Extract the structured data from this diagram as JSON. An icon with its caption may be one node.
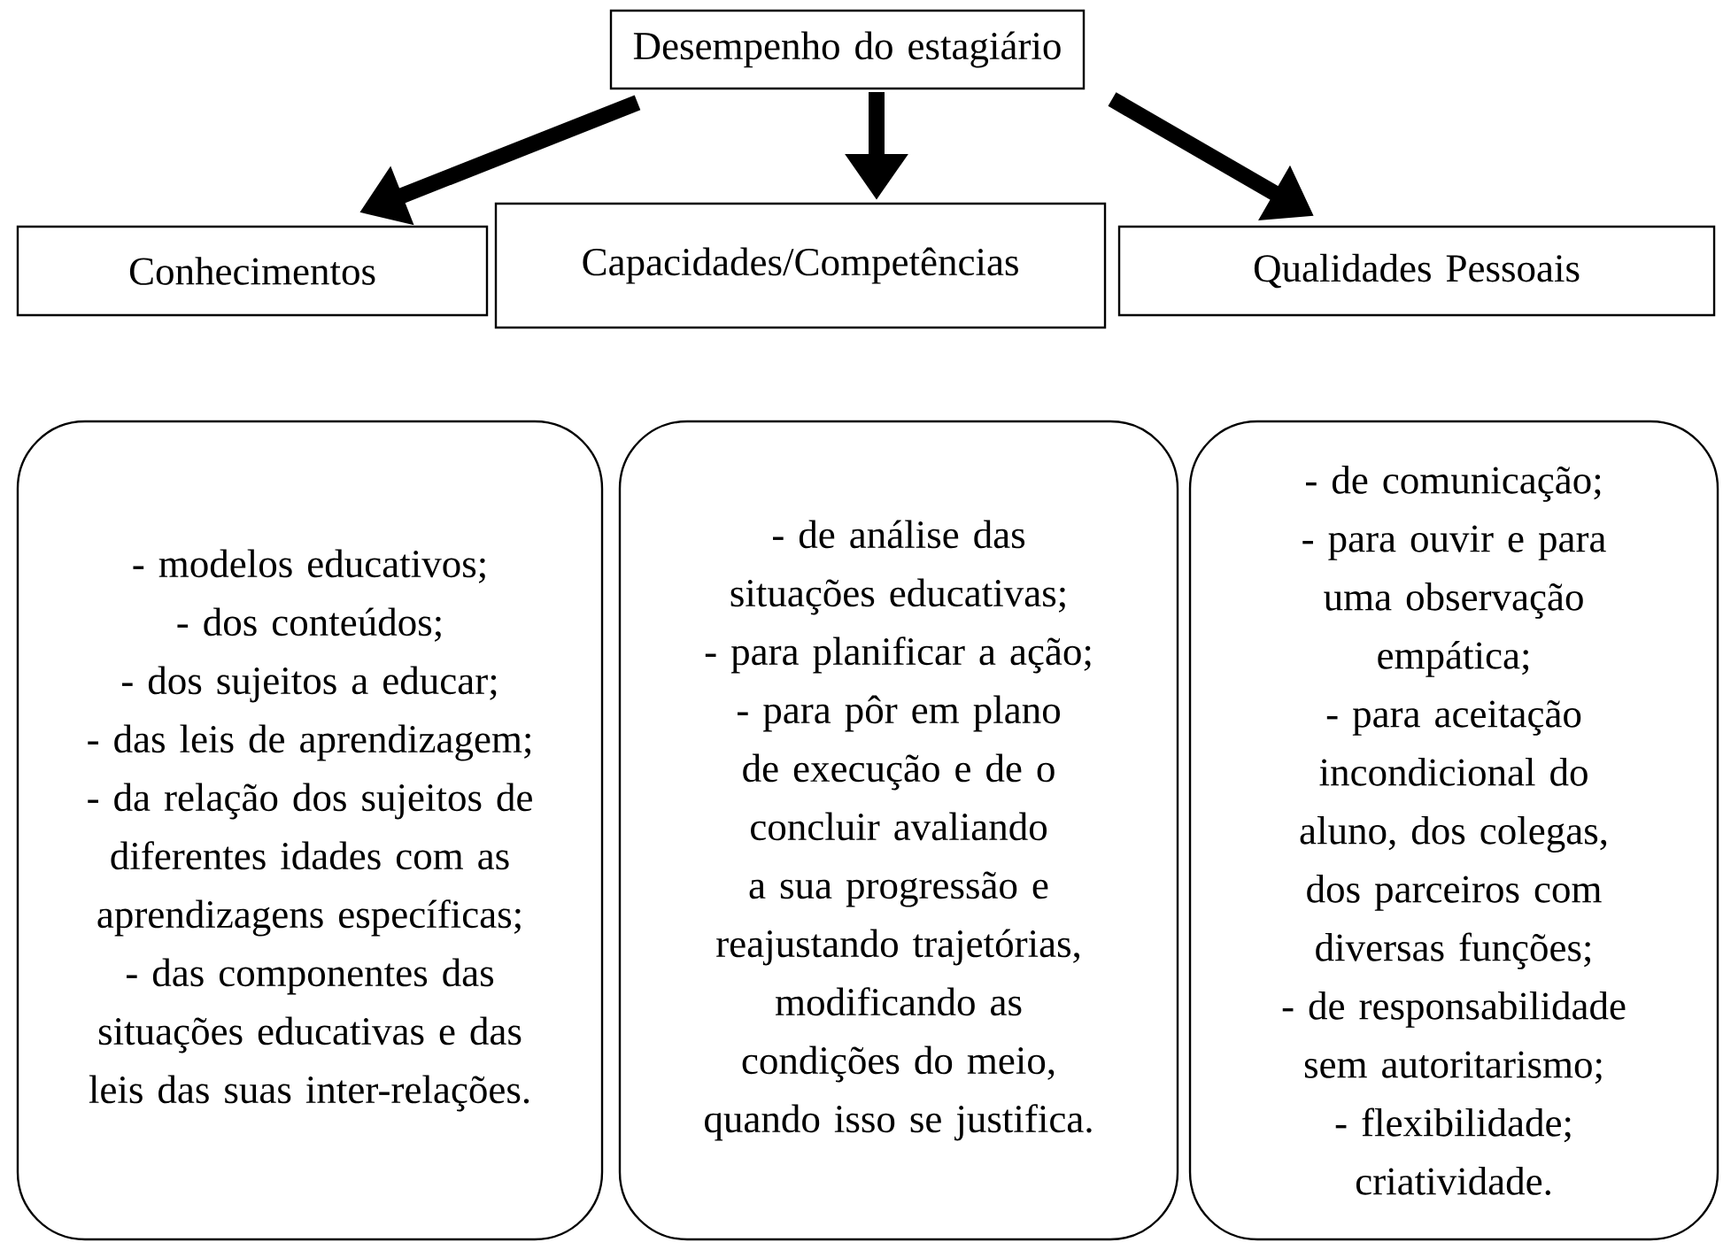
{
  "diagram": {
    "nodes": [
      {
        "text": [
          "Desempenho do estagiário"
        ]
      },
      {
        "text": [
          "Conhecimentos"
        ]
      },
      {
        "text": [
          "Capacidades/Competências"
        ]
      },
      {
        "text": [
          "Qualidades Pessoais"
        ]
      },
      {
        "text": [
          "- modelos educativos;",
          "- dos conteúdos;",
          "- dos sujeitos a educar;",
          "- das leis de aprendizagem;",
          "- da relação dos sujeitos de diferentes idades com as aprendizagens específicas;",
          "- das componentes das situações educativas e das leis das suas inter-relações."
        ]
      },
      {
        "text": [
          "- de análise das situações educativas;",
          "- para planificar a ação;",
          "- para pôr em plano de execução e de o concluir avaliando a sua progressão e reajustando trajetórias, modificando as condições do meio, quando isso se justifica."
        ]
      },
      {
        "text": [
          "- de comunicação;",
          "- para ouvir e para uma observação empática;",
          "- para aceitação incondicional do aluno, dos colegas, dos parceiros com diversas funções;",
          "- de responsabilidade sem autoritarismo;",
          "- flexibilidade; criatividade."
        ]
      }
    ],
    "edges": [
      {
        "from": 0,
        "to": 1,
        "arrow": "to"
      },
      {
        "from": 0,
        "to": 2,
        "arrow": "to"
      },
      {
        "from": 0,
        "to": 3,
        "arrow": "to"
      }
    ]
  }
}
